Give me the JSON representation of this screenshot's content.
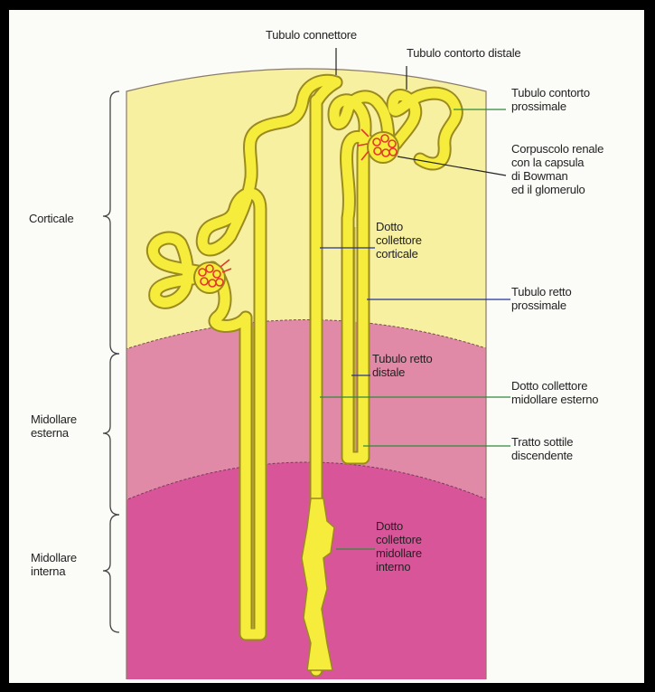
{
  "regions": {
    "cortex": "Corticale",
    "outer_medulla": [
      "Midollare",
      "esterna"
    ],
    "inner_medulla": [
      "Midollare",
      "interna"
    ]
  },
  "structures": {
    "connecting_tubule": "Tubulo connettore",
    "distal_convoluted_tubule": "Tubulo contorto distale",
    "proximal_convoluted_tubule": [
      "Tubulo contorto",
      "prossimale"
    ],
    "renal_corpuscle": [
      "Corpuscolo renale",
      "con la capsula",
      "di Bowman",
      "ed il glomerulo"
    ],
    "cortical_collecting_duct": [
      "Dotto",
      "collettore",
      "corticale"
    ],
    "proximal_straight_tubule": [
      "Tubulo retto",
      "prossimale"
    ],
    "distal_straight_tubule": [
      "Tubulo retto",
      "distale"
    ],
    "outer_medullary_collecting_duct": [
      "Dotto collettore",
      "midollare esterno"
    ],
    "thin_descending_limb": [
      "Tratto sottile",
      "discendente"
    ],
    "inner_medullary_collecting_duct": [
      "Dotto",
      "collettore",
      "midollare",
      "interno"
    ]
  },
  "colors": {
    "frame": "#000000",
    "paper": "#fbfbf8",
    "cortex": "#f7f0a0",
    "outer_medulla": "#e08aa8",
    "inner_medulla": "#d9559a",
    "tubule": "#f6ec3c",
    "tubule_outline": "#9a8a20",
    "glomerulus": "#e2382a",
    "leader_green": "#2f8a3a",
    "leader_blue": "#22339a",
    "leader_black": "#222222"
  }
}
